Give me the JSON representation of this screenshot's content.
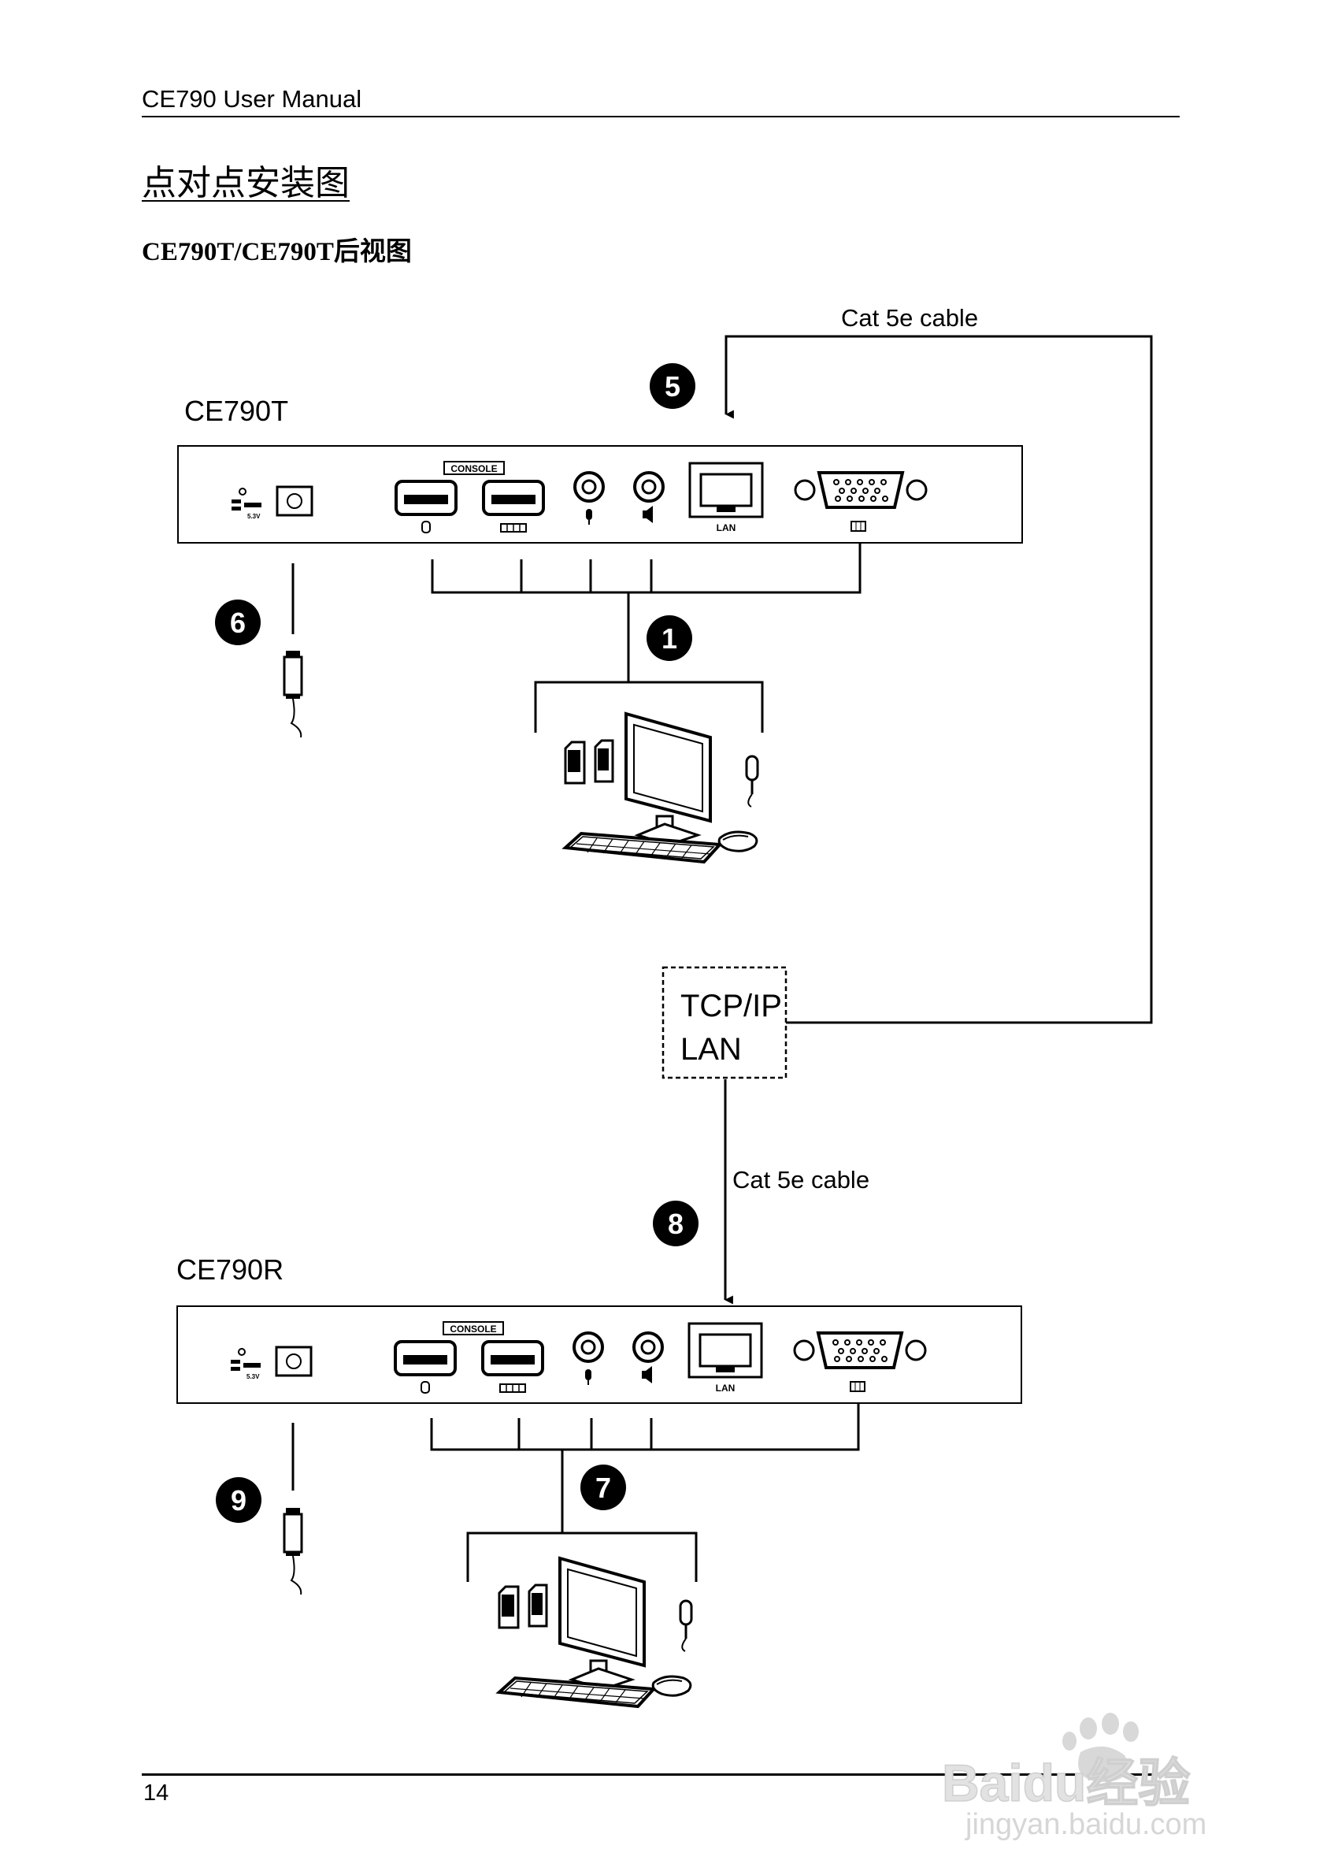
{
  "header": {
    "title": "CE790 User Manual"
  },
  "section": {
    "title": "点对点安装图",
    "subtitle": "CE790T/CE790T后视图"
  },
  "diagram": {
    "transmitter": {
      "name": "CE790T",
      "power_label": "5.3V",
      "console_label": "CONSOLE",
      "lan_label": "LAN"
    },
    "receiver": {
      "name": "CE790R",
      "power_label": "5.3V",
      "console_label": "CONSOLE",
      "lan_label": "LAN"
    },
    "network": {
      "line1": "TCP/IP",
      "line2": "LAN"
    },
    "cable_top": "Cat 5e cable",
    "cable_bottom": "Cat 5e cable",
    "steps": {
      "s1": "1",
      "s5": "5",
      "s6": "6",
      "s7": "7",
      "s8": "8",
      "s9": "9"
    }
  },
  "footer": {
    "page_number": "14"
  },
  "watermark": {
    "brand": "Baidu经验",
    "url": "jingyan.baidu.com"
  }
}
